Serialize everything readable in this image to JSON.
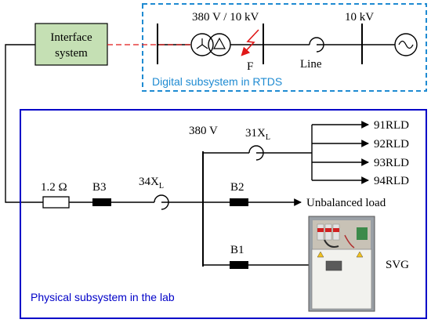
{
  "colors": {
    "interface_fill": "#c5e0b4",
    "digital_border": "#1f8bd2",
    "digital_text": "#1f8bd2",
    "physical_border": "#0000c8",
    "physical_text": "#0000c8",
    "fault": "#e01818",
    "dashed_link": "#e01818"
  },
  "interface": {
    "line1": "Interface",
    "line2": "system"
  },
  "digital": {
    "caption": "Digital subsystem in RTDS",
    "transformer_label": "380 V / 10 kV",
    "fault_label": "F",
    "line_label": "Line",
    "source_bus_label": "10 kV"
  },
  "physical": {
    "caption": "Physical subsystem in the lab",
    "resistor_label": "1.2 Ω",
    "breaker_b3": "B3",
    "breaker_b2": "B2",
    "breaker_b1": "B1",
    "reactor_main": {
      "base": "34X",
      "sub": "L"
    },
    "reactor_branch": {
      "base": "31X",
      "sub": "L"
    },
    "bus_label": "380 V",
    "unbalanced_label": "Unbalanced load",
    "svg_label": "SVG",
    "loads": [
      "91RLD",
      "92RLD",
      "93RLD",
      "94RLD"
    ]
  }
}
